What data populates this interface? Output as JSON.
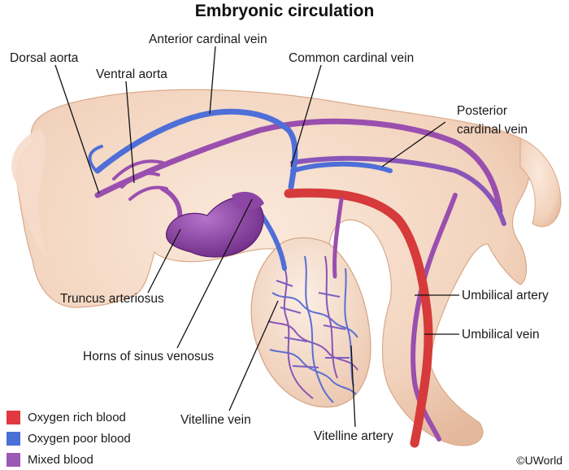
{
  "title": "Embryonic circulation",
  "labels": {
    "dorsal_aorta": "Dorsal aorta",
    "ventral_aorta": "Ventral aorta",
    "anterior_cardinal_vein": "Anterior cardinal vein",
    "common_cardinal_vein": "Common cardinal vein",
    "posterior_cardinal_vein_line1": "Posterior",
    "posterior_cardinal_vein_line2": "cardinal vein",
    "truncus_arteriosus": "Truncus arteriosus",
    "horns_of_sinus_venosus": "Horns of sinus venosus",
    "umbilical_artery": "Umbilical artery",
    "umbilical_vein": "Umbilical vein",
    "vitelline_vein": "Vitelline vein",
    "vitelline_artery": "Vitelline artery"
  },
  "legend": [
    {
      "label": "Oxygen rich blood",
      "color": "#e0393f"
    },
    {
      "label": "Oxygen poor blood",
      "color": "#4a6fd6"
    },
    {
      "label": "Mixed blood",
      "color": "#9b59b6"
    }
  ],
  "colors": {
    "embryo_skin": "#f4d7c2",
    "oxygen_rich": "#d63a3a",
    "oxygen_poor": "#4f6fd8",
    "mixed": "#9a4fae"
  },
  "copyright": "©UWorld"
}
